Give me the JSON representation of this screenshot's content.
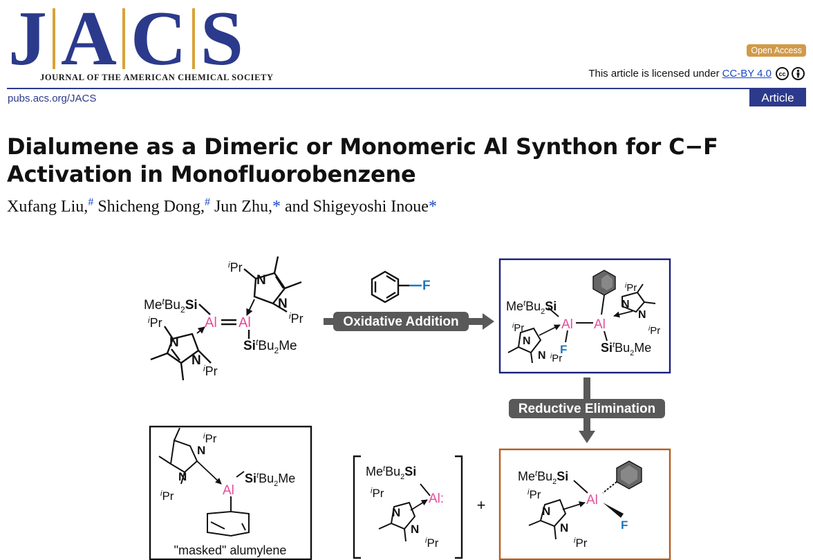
{
  "header": {
    "logo_letters": [
      "J",
      "A",
      "C",
      "S"
    ],
    "journal_full_name": "JOURNAL OF THE AMERICAN CHEMICAL SOCIETY",
    "open_access_label": "Open Access",
    "license_text": "This article is licensed under",
    "license_link": "CC-BY 4.0",
    "cc_icon_text": "cc",
    "site_link": "pubs.acs.org/JACS",
    "article_type": "Article",
    "brand_color": "#2c3a8c",
    "accent_color": "#d8a238"
  },
  "article": {
    "title": "Dialumene as a Dimeric or Monomeric Al Synthon for C−F Activation in Monofluorobenzene",
    "authors": [
      {
        "name": "Xufang Liu,",
        "mark": "#"
      },
      {
        "name": "Shicheng Dong,",
        "mark": "#"
      },
      {
        "name": "Jun Zhu,",
        "mark": "*"
      },
      {
        "name": "and Shigeyoshi Inoue",
        "mark": "*"
      }
    ]
  },
  "toc": {
    "oxidative_addition_label": "Oxidative Addition",
    "reductive_elimination_label": "Reductive Elimination",
    "masked_label": "\"masked\" alumylene",
    "plus_sign": "+",
    "fluorine_label": "F",
    "aluminum_label": "Al",
    "silyl_left": "MeᵗBu₂Si",
    "silyl_right": "SiᵗBu₂Me",
    "ipr_label": "ⁱPr",
    "nitrogen_label": "N",
    "al_colon": "Al:",
    "colors": {
      "al_pink": "#e64c9a",
      "fluorine_blue": "#1a78c2",
      "arrow_gray": "#595959",
      "box_blue": "#1a1f7a",
      "box_orange": "#b65d1e"
    }
  }
}
